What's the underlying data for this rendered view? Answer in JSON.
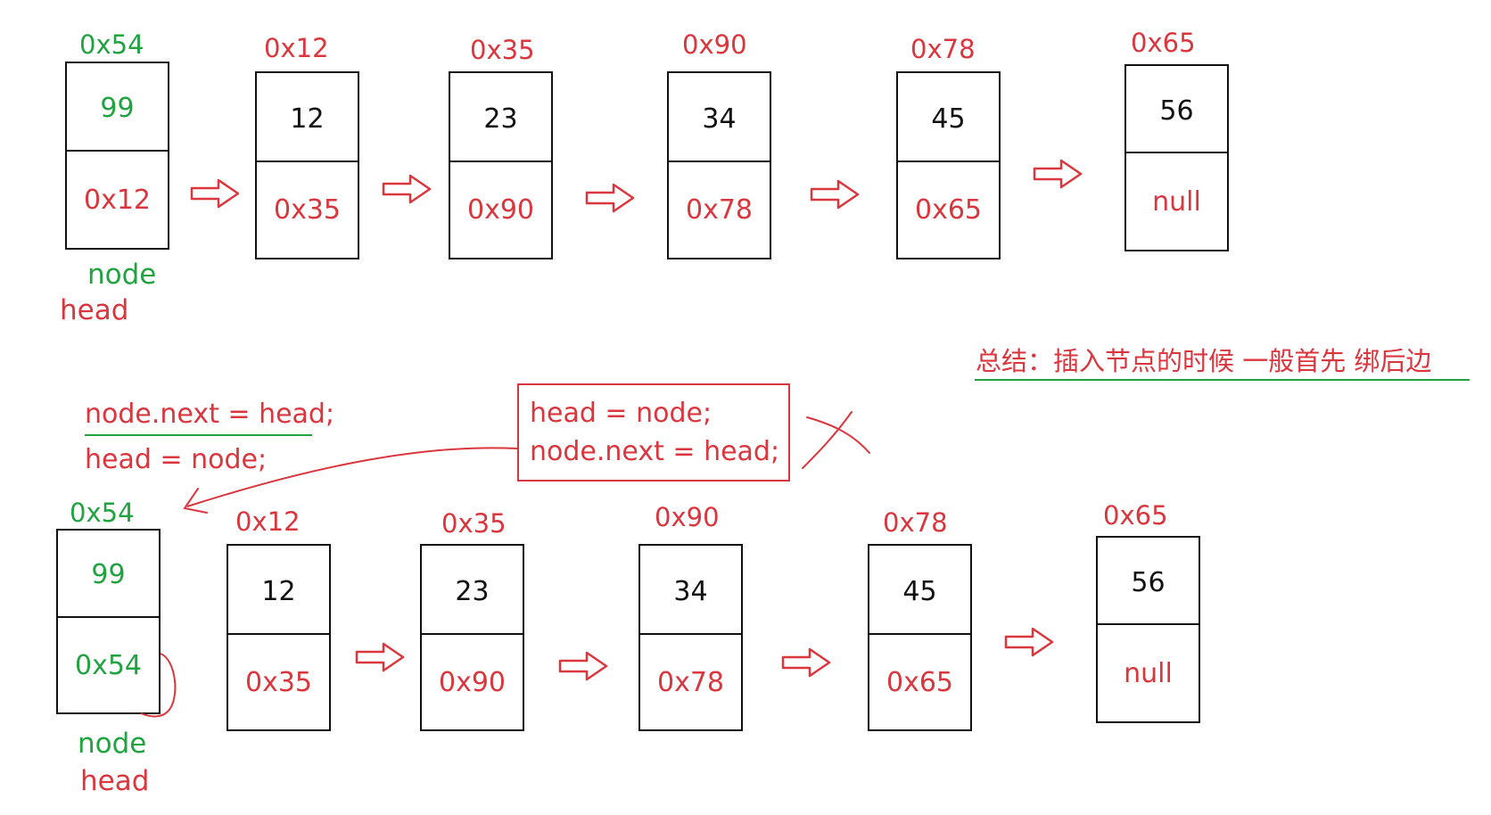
{
  "colors": {
    "red": "#d9363e",
    "green": "#21a342",
    "black": "#111111"
  },
  "top_list": {
    "nodes": [
      {
        "address": "0x54",
        "value": "99",
        "next": "0x12",
        "highlight": "green-value"
      },
      {
        "address": "0x12",
        "value": "12",
        "next": "0x35"
      },
      {
        "address": "0x35",
        "value": "23",
        "next": "0x90"
      },
      {
        "address": "0x90",
        "value": "34",
        "next": "0x78"
      },
      {
        "address": "0x78",
        "value": "45",
        "next": "0x65"
      },
      {
        "address": "0x65",
        "value": "56",
        "next": "null"
      }
    ],
    "label_node": "node",
    "label_head": "head"
  },
  "bottom_list": {
    "nodes": [
      {
        "address": "0x54",
        "value": "99",
        "next": "0x54",
        "highlight": "green-all"
      },
      {
        "address": "0x12",
        "value": "12",
        "next": "0x35"
      },
      {
        "address": "0x35",
        "value": "23",
        "next": "0x90"
      },
      {
        "address": "0x90",
        "value": "34",
        "next": "0x78"
      },
      {
        "address": "0x78",
        "value": "45",
        "next": "0x65"
      },
      {
        "address": "0x65",
        "value": "56",
        "next": "null"
      }
    ],
    "label_node": "node",
    "label_head": "head"
  },
  "code_correct": {
    "line1": "node.next = head;",
    "line2": "head = node;"
  },
  "code_wrong": {
    "line1": "head = node;",
    "line2": "node.next = head;"
  },
  "summary": "总结：插入节点的时候 一般首先 绑后边"
}
